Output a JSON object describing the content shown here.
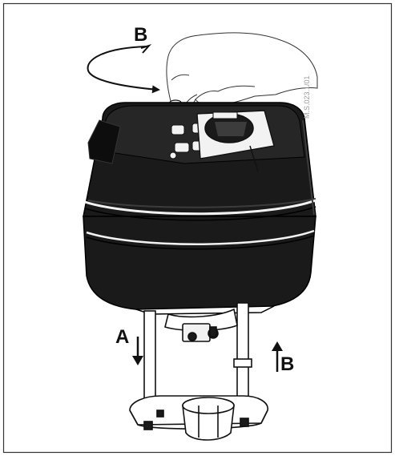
{
  "figure": {
    "code": "M.S.023.1/01",
    "labels": {
      "top_rotation": "B",
      "knob": "A",
      "arrow_down": "A",
      "arrow_up": "B"
    },
    "colors": {
      "frame": "#333333",
      "body": "#1a1a1a",
      "body_dark": "#0d0d0d",
      "highlight": "#3c3c3c",
      "metal": "#f2f2f2",
      "ink": "#111111"
    },
    "icons": {
      "rotation": "curved-double-arrow-icon",
      "down": "down-arrow-icon",
      "up": "up-arrow-icon"
    }
  }
}
